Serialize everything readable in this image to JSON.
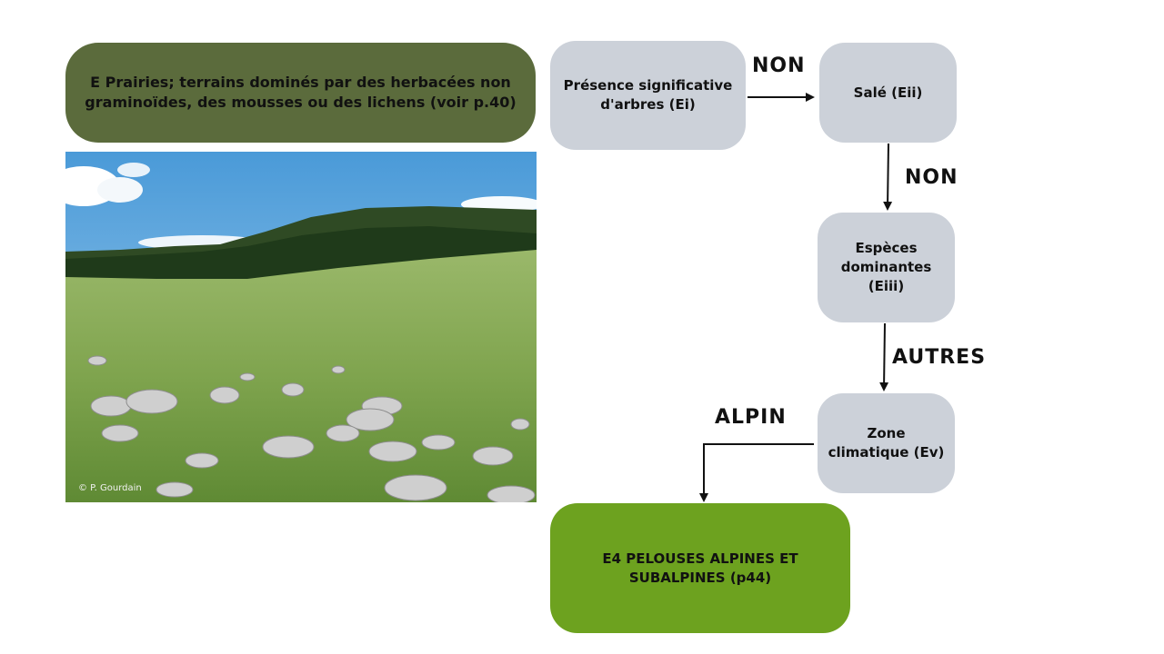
{
  "title": "E Prairies; terrains dominés par des herbacées non graminoïdes, des mousses ou des lichens (voir p.40)",
  "photo": {
    "credit": "© P. Gourdain"
  },
  "nodes": {
    "ei": "Présence significative d'arbres (Ei)",
    "eii": "Salé (Eii)",
    "eiii": "Espèces dominantes (Eiii)",
    "ev": "Zone climatique (Ev)"
  },
  "edges": {
    "ei_eii": "NON",
    "eii_eiii": "NON",
    "eiii_ev": "AUTRES",
    "ev_result": "ALPIN"
  },
  "result": "E4 PELOUSES ALPINES ET SUBALPINES  (p44)",
  "colors": {
    "title_box": "#5b6b3c",
    "node": "#ccd1d9",
    "result_box": "#6da21f"
  }
}
